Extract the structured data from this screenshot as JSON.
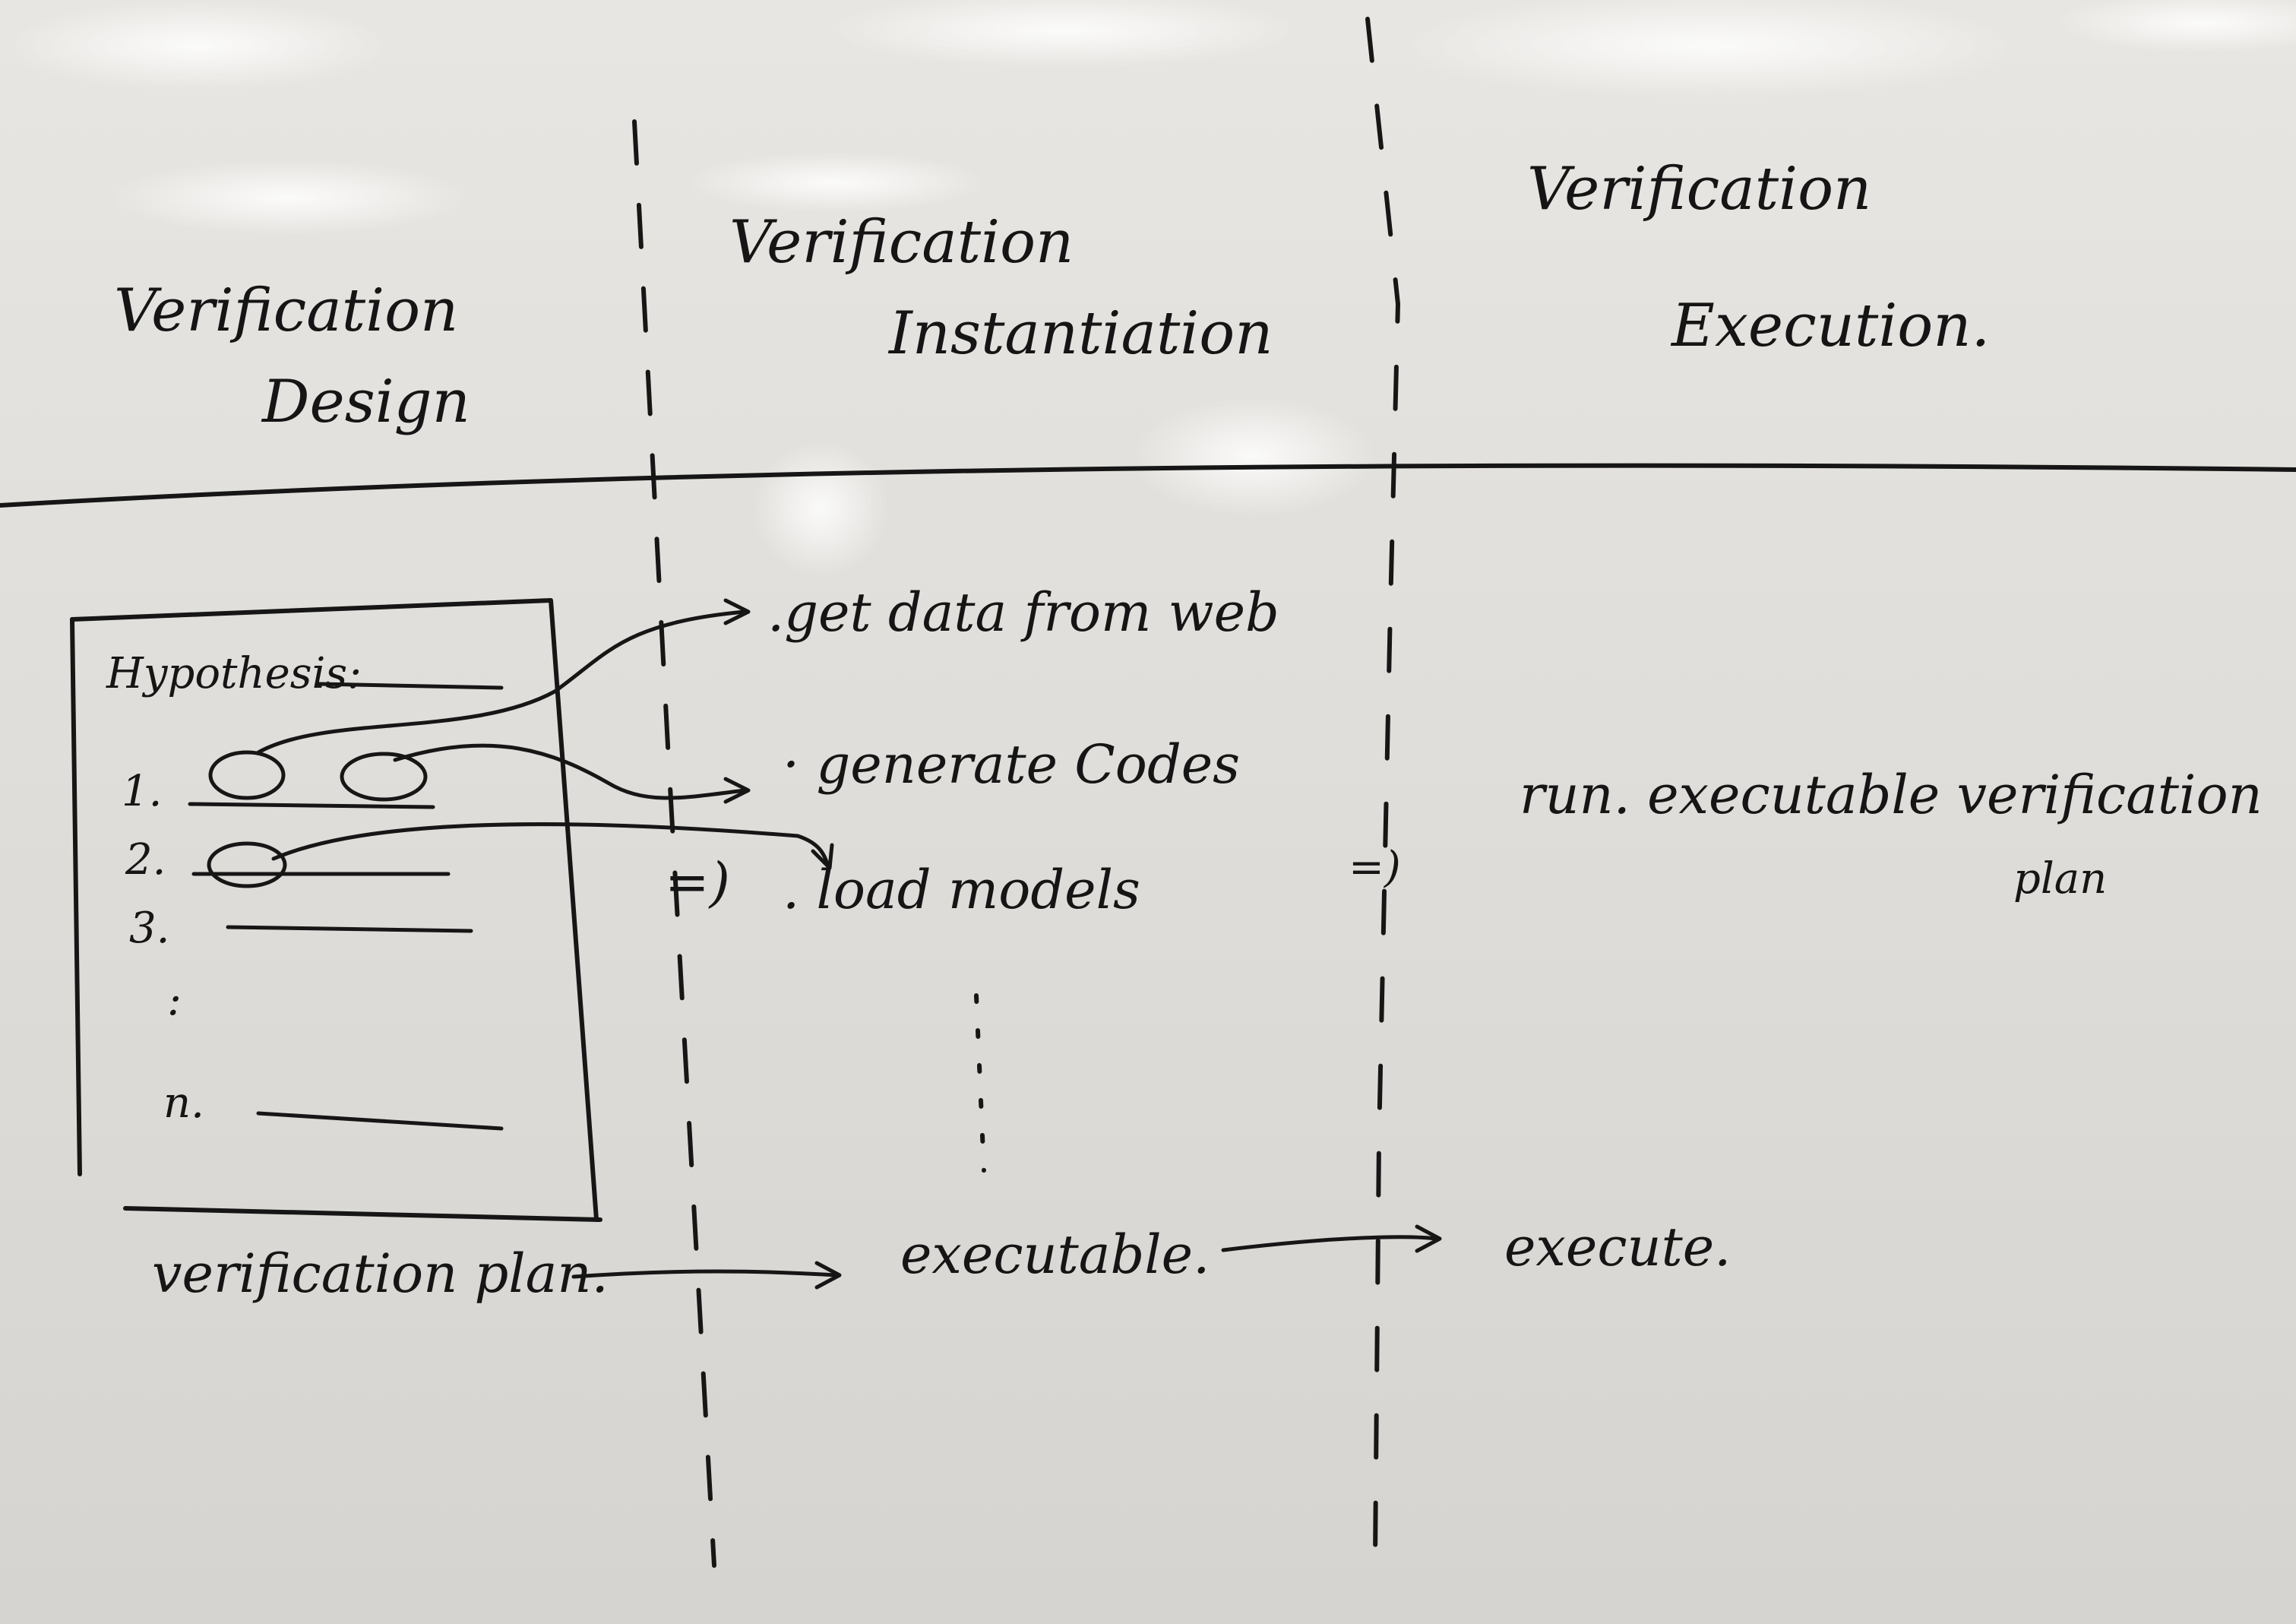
{
  "columns": [
    {
      "title_line1": "Verification",
      "title_line2": "Design"
    },
    {
      "title_line1": "Verification",
      "title_line2": "Instantiation"
    },
    {
      "title_line1": "Verification",
      "title_line2": "Execution."
    }
  ],
  "plan_box": {
    "hypothesis_label": "Hypothesis:",
    "items": [
      "1.",
      "2.",
      "3.",
      ":",
      "n."
    ]
  },
  "instantiation_steps": [
    ".get data from web",
    "· generate Codes",
    ". load models"
  ],
  "implies_symbol": "=)",
  "execution_step_line1": "run. executable verification",
  "execution_step_line2": "plan",
  "bottom_flow": {
    "plan_label": "verification plan.",
    "executable_label": "executable.",
    "execute_label": "execute."
  }
}
